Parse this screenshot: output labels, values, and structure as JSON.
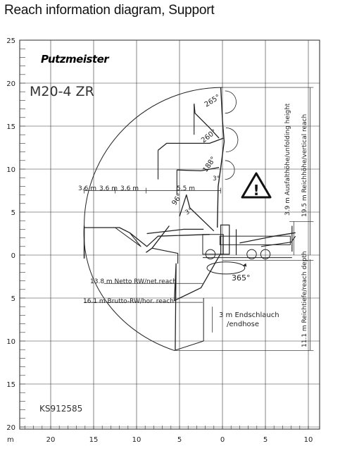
{
  "page_title": "Reach information diagram, Support",
  "brand": "Putzmeister",
  "model": "M20-4 ZR",
  "drawing_number": "KS912585",
  "axis": {
    "unit": "m",
    "x_ticks": [
      {
        "value": -20,
        "label": "20"
      },
      {
        "value": -15,
        "label": "15"
      },
      {
        "value": -10,
        "label": "10"
      },
      {
        "value": -5,
        "label": "5"
      },
      {
        "value": 0,
        "label": "0"
      },
      {
        "value": 5,
        "label": "5"
      },
      {
        "value": 10,
        "label": "10"
      }
    ],
    "y_ticks": [
      {
        "value": 25,
        "label": "25"
      },
      {
        "value": 20,
        "label": "20"
      },
      {
        "value": 15,
        "label": "15"
      },
      {
        "value": 10,
        "label": "10"
      },
      {
        "value": 5,
        "label": "5"
      },
      {
        "value": 0,
        "label": "0"
      },
      {
        "value": -5,
        "label": "5"
      },
      {
        "value": -10,
        "label": "10"
      },
      {
        "value": -15,
        "label": "15"
      },
      {
        "value": -20,
        "label": "20"
      }
    ],
    "x_range": [
      -23.5,
      10.5
    ],
    "y_range": [
      -20,
      25
    ]
  },
  "dimensions": {
    "segment_label": "3.6 m",
    "segment_4": "5.5 m",
    "net_reach": "13.8 m Netto RW/net.reach",
    "gross_reach": "16.1 m Brutto-RW/hor. reach",
    "end_hose_line1": "3 m Endschlauch",
    "end_hose_line2": "/endhose",
    "unfolding_height": "3.9 m Ausfalthöhe/unfolding height",
    "vertical_reach": "19.5 m Reichhöhe/vertical reach",
    "reach_depth": "11.1 m Reichtiefe/reach depth"
  },
  "angles": {
    "a1": "96°",
    "a2": "188°",
    "a3": "260°",
    "a4": "265°",
    "small": "3°",
    "slew": "365°"
  },
  "warning_symbol": "!"
}
